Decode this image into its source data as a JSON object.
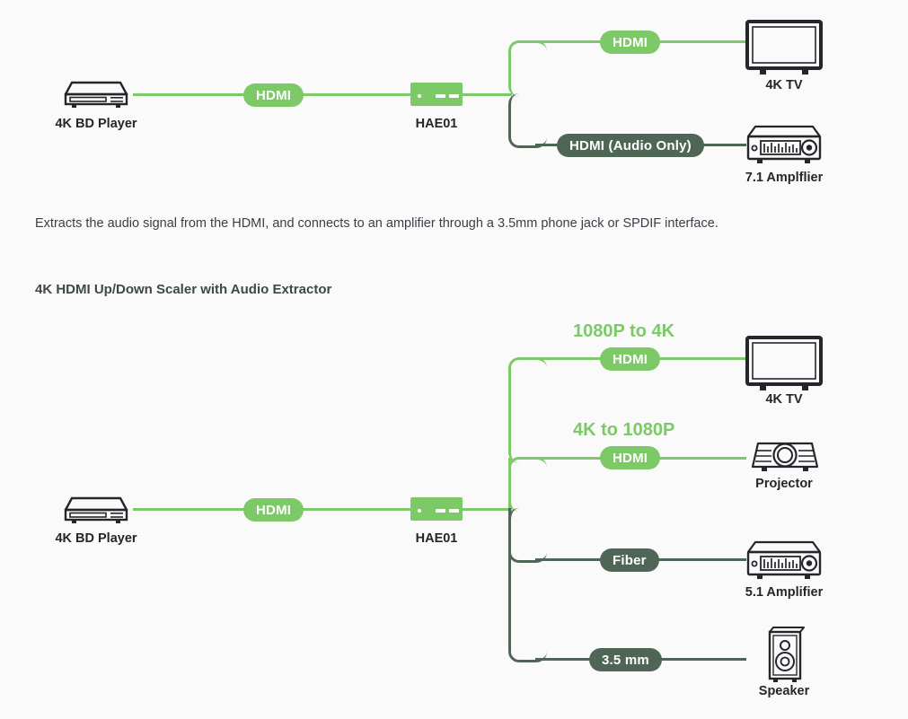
{
  "page": {
    "background": "#FAFAFA",
    "accent_green": "#7DC968",
    "accent_dark": "#4F6657",
    "text_color": "#23262B"
  },
  "description": "Extracts the audio signal from the HDMI, and connects to an amplifier through a 3.5mm phone jack or SPDIF interface.",
  "section_title": "4K HDMI Up/Down Scaler with Audio Extractor",
  "diagram1": {
    "source": {
      "label": "4K BD Player",
      "icon": "bd-player-icon"
    },
    "hub": {
      "label": "HAE01",
      "icon": "hae01-device-icon"
    },
    "input_link": {
      "label": "HDMI",
      "style": "green"
    },
    "branches": [
      {
        "link_label": "HDMI",
        "link_style": "green",
        "target_label": "4K TV",
        "target_icon": "tv-icon"
      },
      {
        "link_label": "HDMI (Audio Only)",
        "link_style": "dark",
        "target_label": "7.1 Amplflier",
        "target_icon": "amplifier-icon"
      }
    ]
  },
  "diagram2": {
    "source": {
      "label": "4K BD Player",
      "icon": "bd-player-icon"
    },
    "hub": {
      "label": "HAE01",
      "icon": "hae01-device-icon"
    },
    "input_link": {
      "label": "HDMI",
      "style": "green"
    },
    "branches": [
      {
        "title": "1080P to 4K",
        "link_label": "HDMI",
        "link_style": "green",
        "target_label": "4K TV",
        "target_icon": "tv-icon"
      },
      {
        "title": "4K to 1080P",
        "link_label": "HDMI",
        "link_style": "green",
        "target_label": "Projector",
        "target_icon": "projector-icon"
      },
      {
        "title": "",
        "link_label": "Fiber",
        "link_style": "dark",
        "target_label": "5.1 Amplifier",
        "target_icon": "amplifier-icon"
      },
      {
        "title": "",
        "link_label": "3.5 mm",
        "link_style": "dark",
        "target_label": "Speaker",
        "target_icon": "speaker-icon"
      }
    ]
  }
}
